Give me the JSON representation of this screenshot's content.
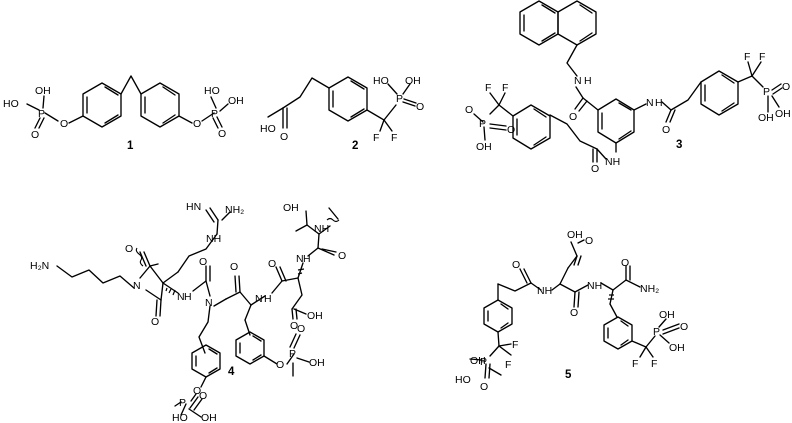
{
  "compounds": [
    {
      "number": "1",
      "atoms": {
        "a1": "HO",
        "a2": "OH",
        "a3": "P",
        "a4": "O",
        "a5": "O",
        "a6": "O",
        "a7": "HO",
        "a8": "OH",
        "a9": "P",
        "a10": "O"
      }
    },
    {
      "number": "2",
      "atoms": {
        "a1": "HO",
        "a2": "O",
        "a3": "HO",
        "a4": "P",
        "a5": "OH",
        "a6": "O",
        "a7": "F",
        "a8": "F"
      }
    },
    {
      "number": "3",
      "atoms": {
        "a1": "N",
        "a2": "H",
        "a3": "O",
        "a4": "N",
        "a5": "H",
        "a6": "O",
        "a7": "F",
        "a8": "F",
        "a9": "P",
        "a10": "O",
        "a11": "OH",
        "a12": "OH",
        "a13": "F",
        "a14": "F",
        "a15": "P",
        "a16": "O",
        "a17": "O",
        "a18": "OH",
        "a19": "NH",
        "a20": "O"
      }
    },
    {
      "number": "4",
      "atoms": {
        "a1": "HN",
        "a2": "NH₂",
        "a3": "NH",
        "a4": "OH",
        "a5": "NH",
        "a6": "H₂N",
        "a7": "O",
        "a8": "N",
        "a9": "O",
        "a10": "N",
        "a11": "H",
        "a12": "O",
        "a13": "N",
        "a14": "O",
        "a15": "N",
        "a16": "H",
        "a17": "O",
        "a18": "N",
        "a19": "H",
        "a20": "O",
        "a21": "O",
        "a22": "OH",
        "a23": "O",
        "a24": "P",
        "a25": "O",
        "a26": "OH",
        "a27": "O",
        "a28": "P",
        "a29": "O",
        "a30": "HO",
        "a31": "OH"
      }
    },
    {
      "number": "5",
      "atoms": {
        "a1": "OH",
        "a2": "O",
        "a3": "O",
        "a4": "O",
        "a5": "NH",
        "a6": "NH",
        "a7": "O",
        "a8": "NH₂",
        "a9": "HO",
        "a10": "P",
        "a11": "O",
        "a12": "F",
        "a13": "F",
        "a14": "OH",
        "a15": "P",
        "a16": "OH",
        "a17": "OH",
        "a18": "O",
        "a19": "F",
        "a20": "F"
      }
    }
  ]
}
